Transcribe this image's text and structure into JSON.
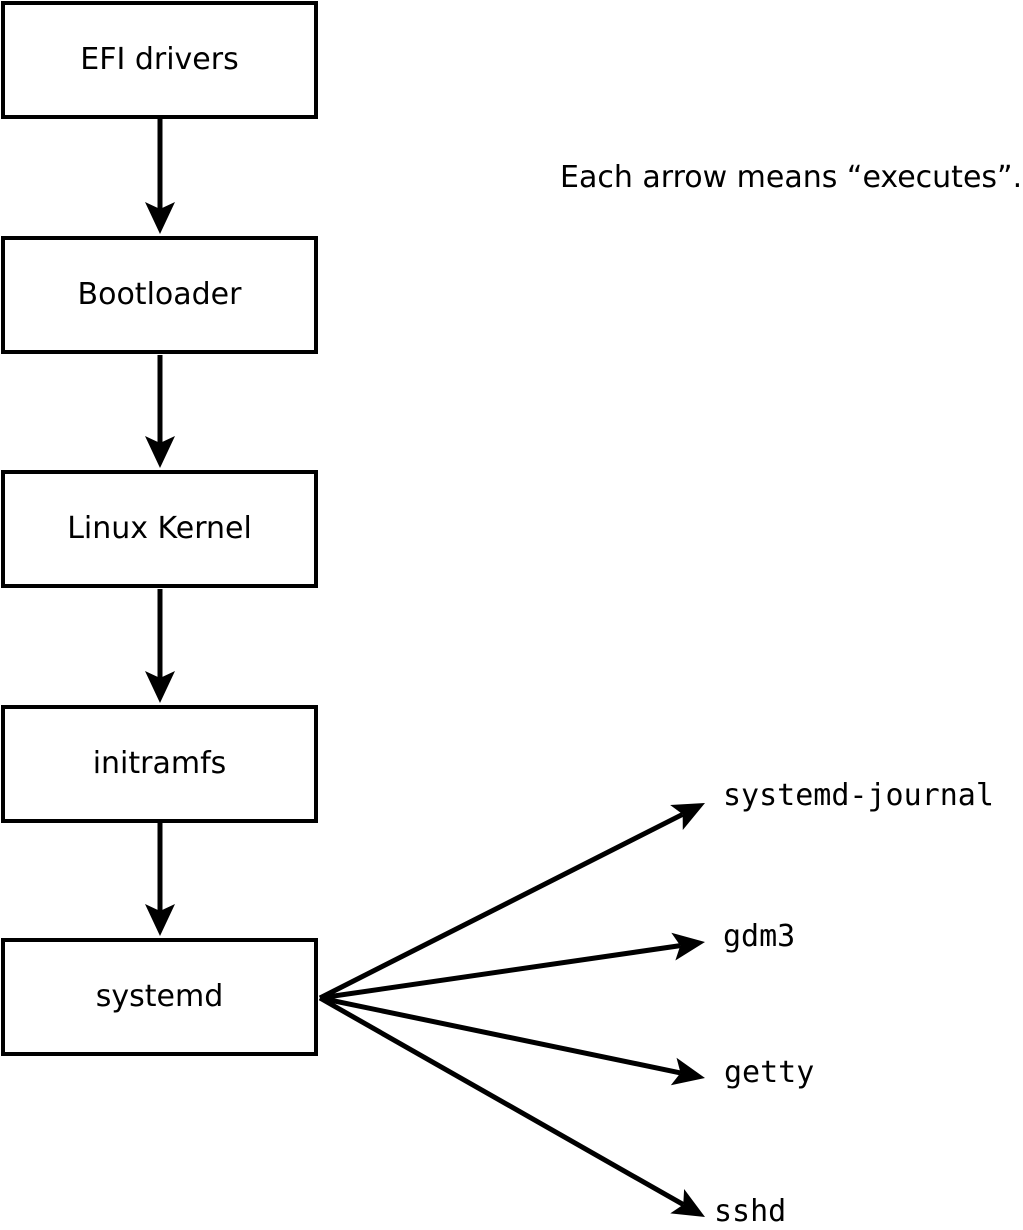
{
  "diagram": {
    "caption": "Each arrow means “executes”.",
    "arrow_meaning": "executes",
    "boot_chain": [
      {
        "id": "efi-drivers",
        "label": "EFI drivers"
      },
      {
        "id": "bootloader",
        "label": "Bootloader"
      },
      {
        "id": "linux-kernel",
        "label": "Linux Kernel"
      },
      {
        "id": "initramfs",
        "label": "initramfs"
      },
      {
        "id": "systemd",
        "label": "systemd"
      }
    ],
    "spawned_processes": [
      "systemd-journal",
      "gdm3",
      "getty",
      "sshd"
    ],
    "colors": {
      "foreground": "#000000",
      "background": "#ffffff"
    }
  }
}
